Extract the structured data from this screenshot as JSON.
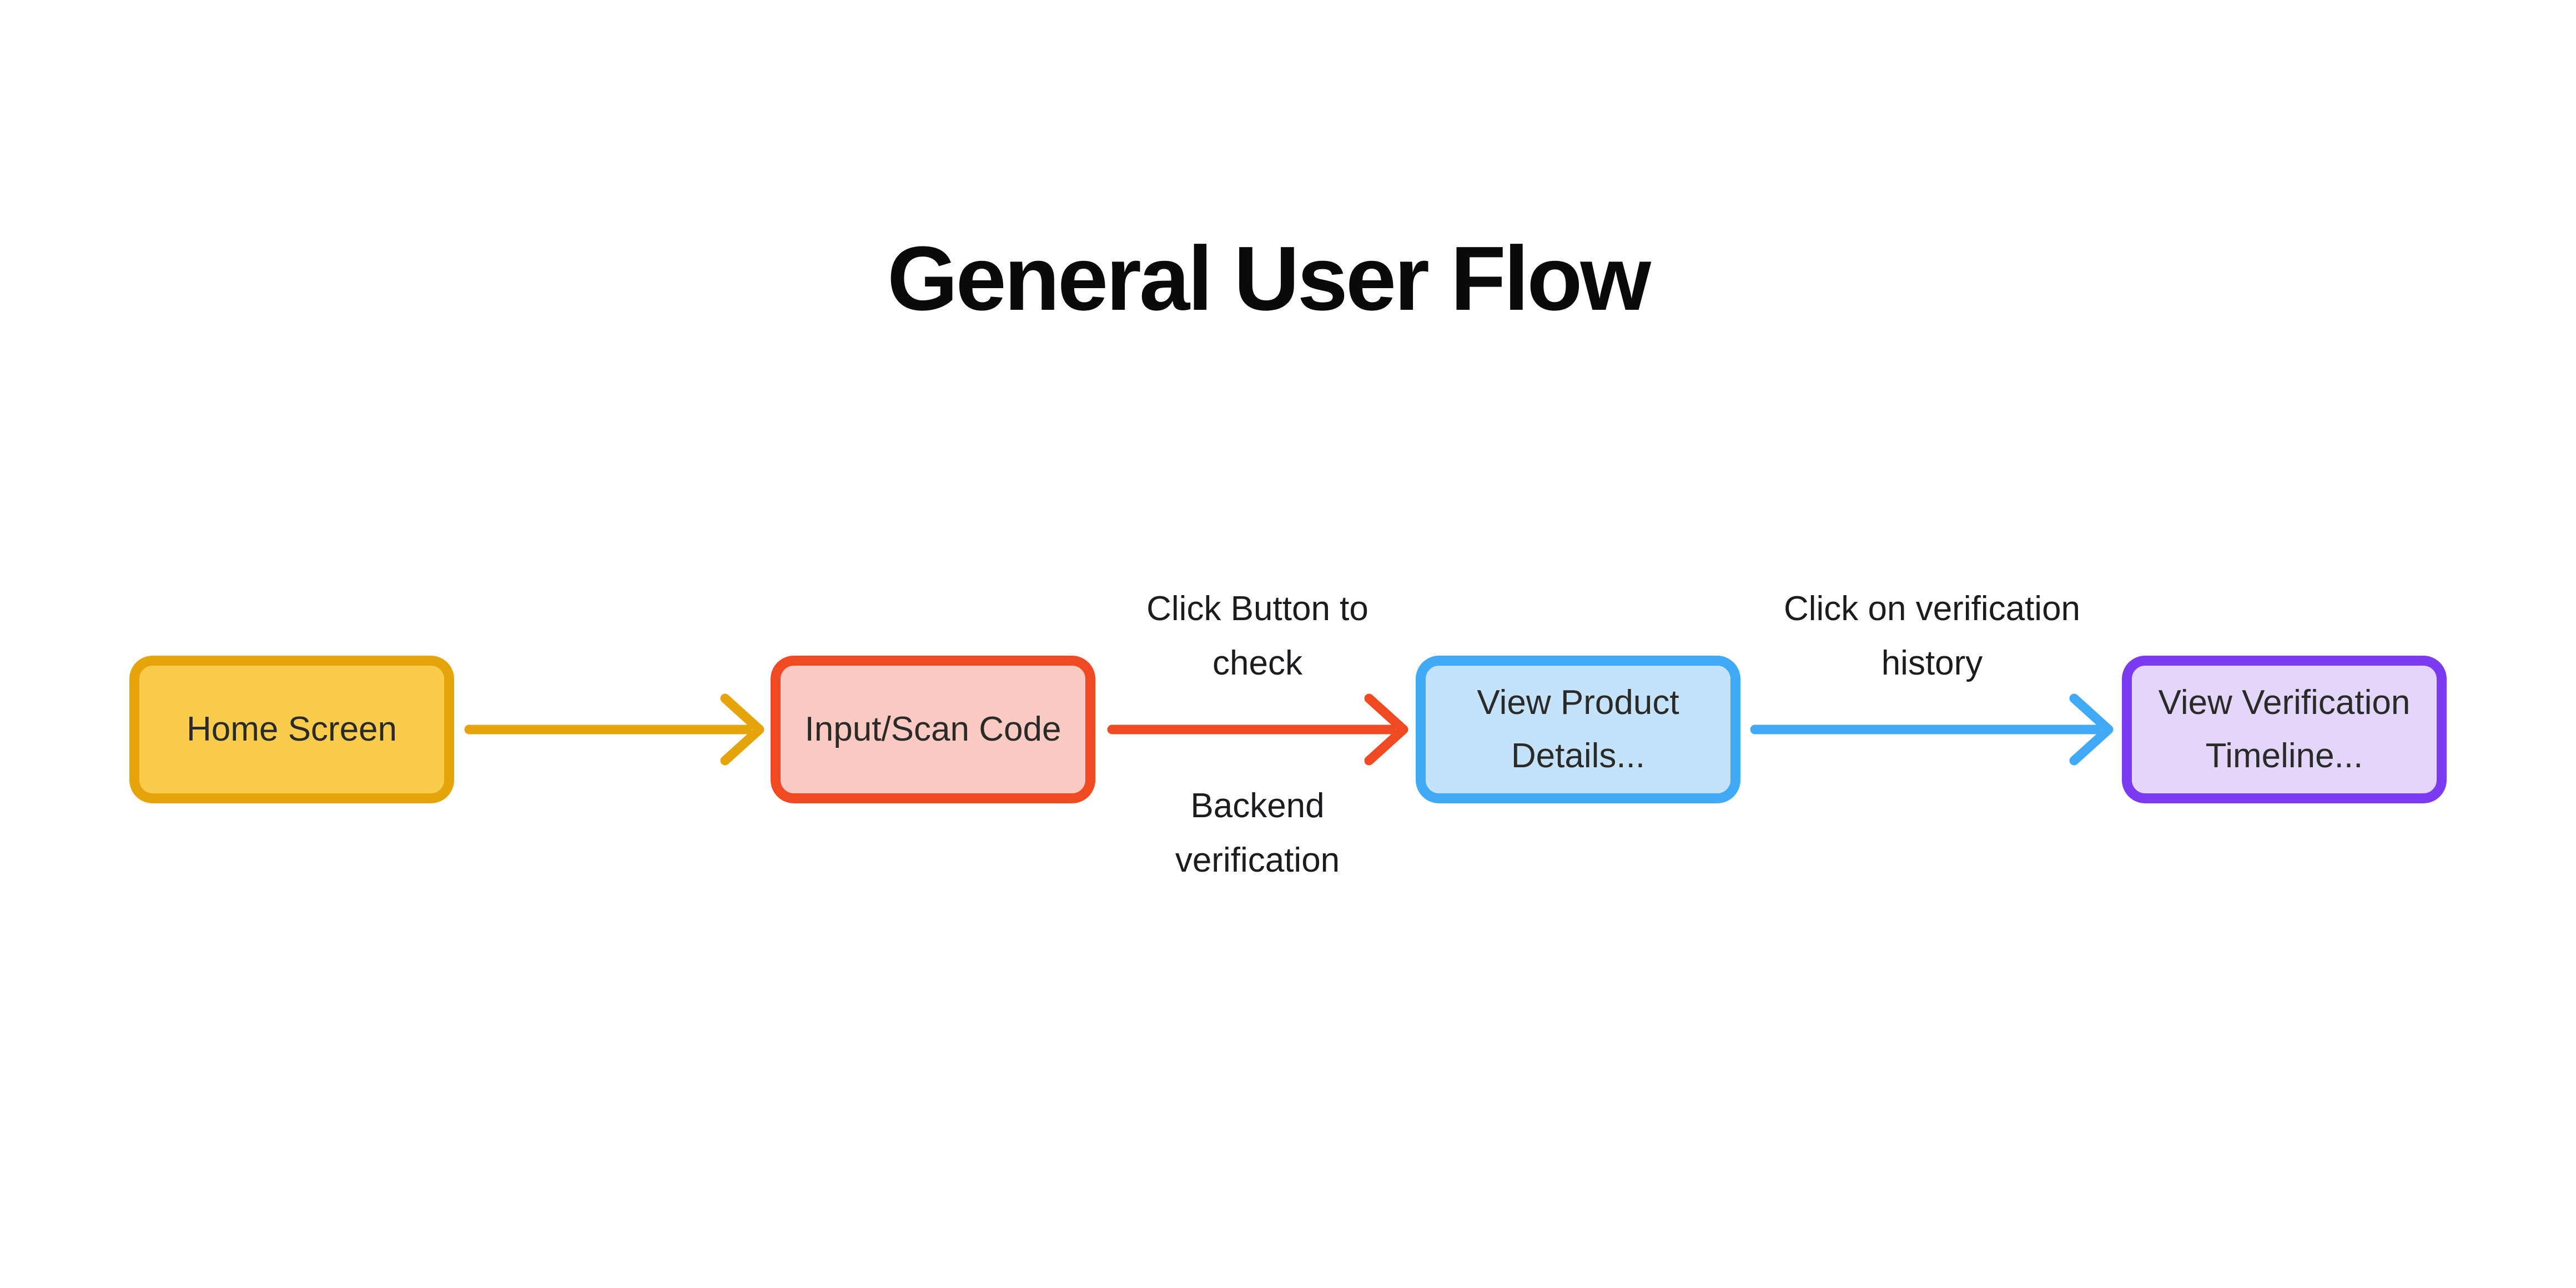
{
  "title": "General User Flow",
  "colors": {
    "background": "#FFFFFF",
    "title_text": "#0A0A0A",
    "node_text": "#2A2A28",
    "connector_label_text": "#1A1C20",
    "amber": "#E5A40A",
    "red": "#F04A23",
    "blue": "#41AAF7",
    "purple": "#7C3BF0"
  },
  "flow": {
    "nodes": [
      {
        "label": "Home Screen",
        "fill": "#FACC4D",
        "stroke": "#E5A40A"
      },
      {
        "label": "Input/Scan Code",
        "fill": "#FBCAC2",
        "stroke": "#F04A23"
      },
      {
        "label": "View Product Details...",
        "fill": "#C4E3FB",
        "stroke": "#41AAF7"
      },
      {
        "label": "View Verification Timeline...",
        "fill": "#E4D5FA",
        "stroke": "#7C3BF0"
      }
    ],
    "connectors": [
      {
        "from": "Home Screen",
        "to": "Input/Scan Code",
        "color": "#E5A40A",
        "label_above": "",
        "label_below": ""
      },
      {
        "from": "Input/Scan Code",
        "to": "View Product Details...",
        "color": "#F04A23",
        "label_above": "Click Button to check",
        "label_below": "Backend verification"
      },
      {
        "from": "View Product Details...",
        "to": "View Verification Timeline...",
        "color": "#41AAF7",
        "label_above": "Click on verification history",
        "label_below": ""
      }
    ]
  }
}
